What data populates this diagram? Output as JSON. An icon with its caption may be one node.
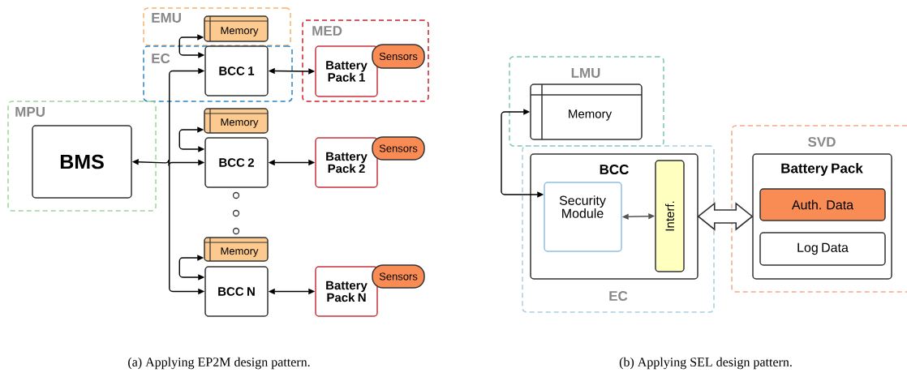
{
  "diagram": {
    "nodes": [
      {
        "text": [
          "EMU"
        ]
      },
      {
        "text": [
          "Memory"
        ],
        "in": 0
      },
      {
        "text": [
          "EC"
        ]
      },
      {
        "text": [
          "BCC 1"
        ],
        "in": 2
      },
      {
        "text": [
          "MED"
        ]
      },
      {
        "text": [
          "Battery Pack 1"
        ],
        "in": 4
      },
      {
        "text": [
          "Sensors"
        ],
        "in": 4
      },
      {
        "text": [
          "MPU"
        ]
      },
      {
        "text": [
          "BMS"
        ],
        "in": 7
      },
      {
        "text": [
          "Memory"
        ]
      },
      {
        "text": [
          "BCC 2"
        ]
      },
      {
        "text": [
          "Battery Pack 2"
        ]
      },
      {
        "text": [
          "Sensors"
        ]
      },
      {
        "text": [
          "Memory"
        ]
      },
      {
        "text": [
          "BCC N"
        ]
      },
      {
        "text": [
          "Battery Pack N"
        ]
      },
      {
        "text": [
          "Sensors"
        ]
      },
      {
        "text": [
          "LMU"
        ]
      },
      {
        "text": [
          "Memory"
        ],
        "in": 17
      },
      {
        "text": [
          "EC"
        ]
      },
      {
        "text": [
          "BCC"
        ],
        "in": 19
      },
      {
        "text": [
          "Security Module"
        ],
        "in": 20
      },
      {
        "text": [
          "Interf."
        ],
        "in": 20
      },
      {
        "text": [
          "SVD"
        ]
      },
      {
        "text": [
          "Battery Pack"
        ],
        "in": 23
      },
      {
        "text": [
          "Auth. Data"
        ],
        "in": 24
      },
      {
        "text": [
          "Log Data"
        ],
        "in": 24
      }
    ],
    "edges": [
      {
        "from": 3,
        "to": 1,
        "arrow": "both"
      },
      {
        "from": 8,
        "to": 3,
        "arrow": "both"
      },
      {
        "from": 3,
        "to": 5,
        "arrow": "both"
      },
      {
        "from": 10,
        "to": 9,
        "arrow": "both"
      },
      {
        "from": 8,
        "to": 10,
        "arrow": "both"
      },
      {
        "from": 10,
        "to": 11,
        "arrow": "both"
      },
      {
        "from": 14,
        "to": 13,
        "arrow": "both"
      },
      {
        "from": 8,
        "to": 14,
        "arrow": "both"
      },
      {
        "from": 14,
        "to": 15,
        "arrow": "both"
      },
      {
        "from": 21,
        "to": 18,
        "arrow": "both"
      },
      {
        "from": 21,
        "to": 22,
        "arrow": "both",
        "color": "#555555"
      },
      {
        "from": 20,
        "to": 24,
        "arrow": "both",
        "style": "thick"
      }
    ],
    "labels": [
      "(a) Applying EP2M design pattern.",
      "(b) Applying SEL design pattern."
    ]
  }
}
